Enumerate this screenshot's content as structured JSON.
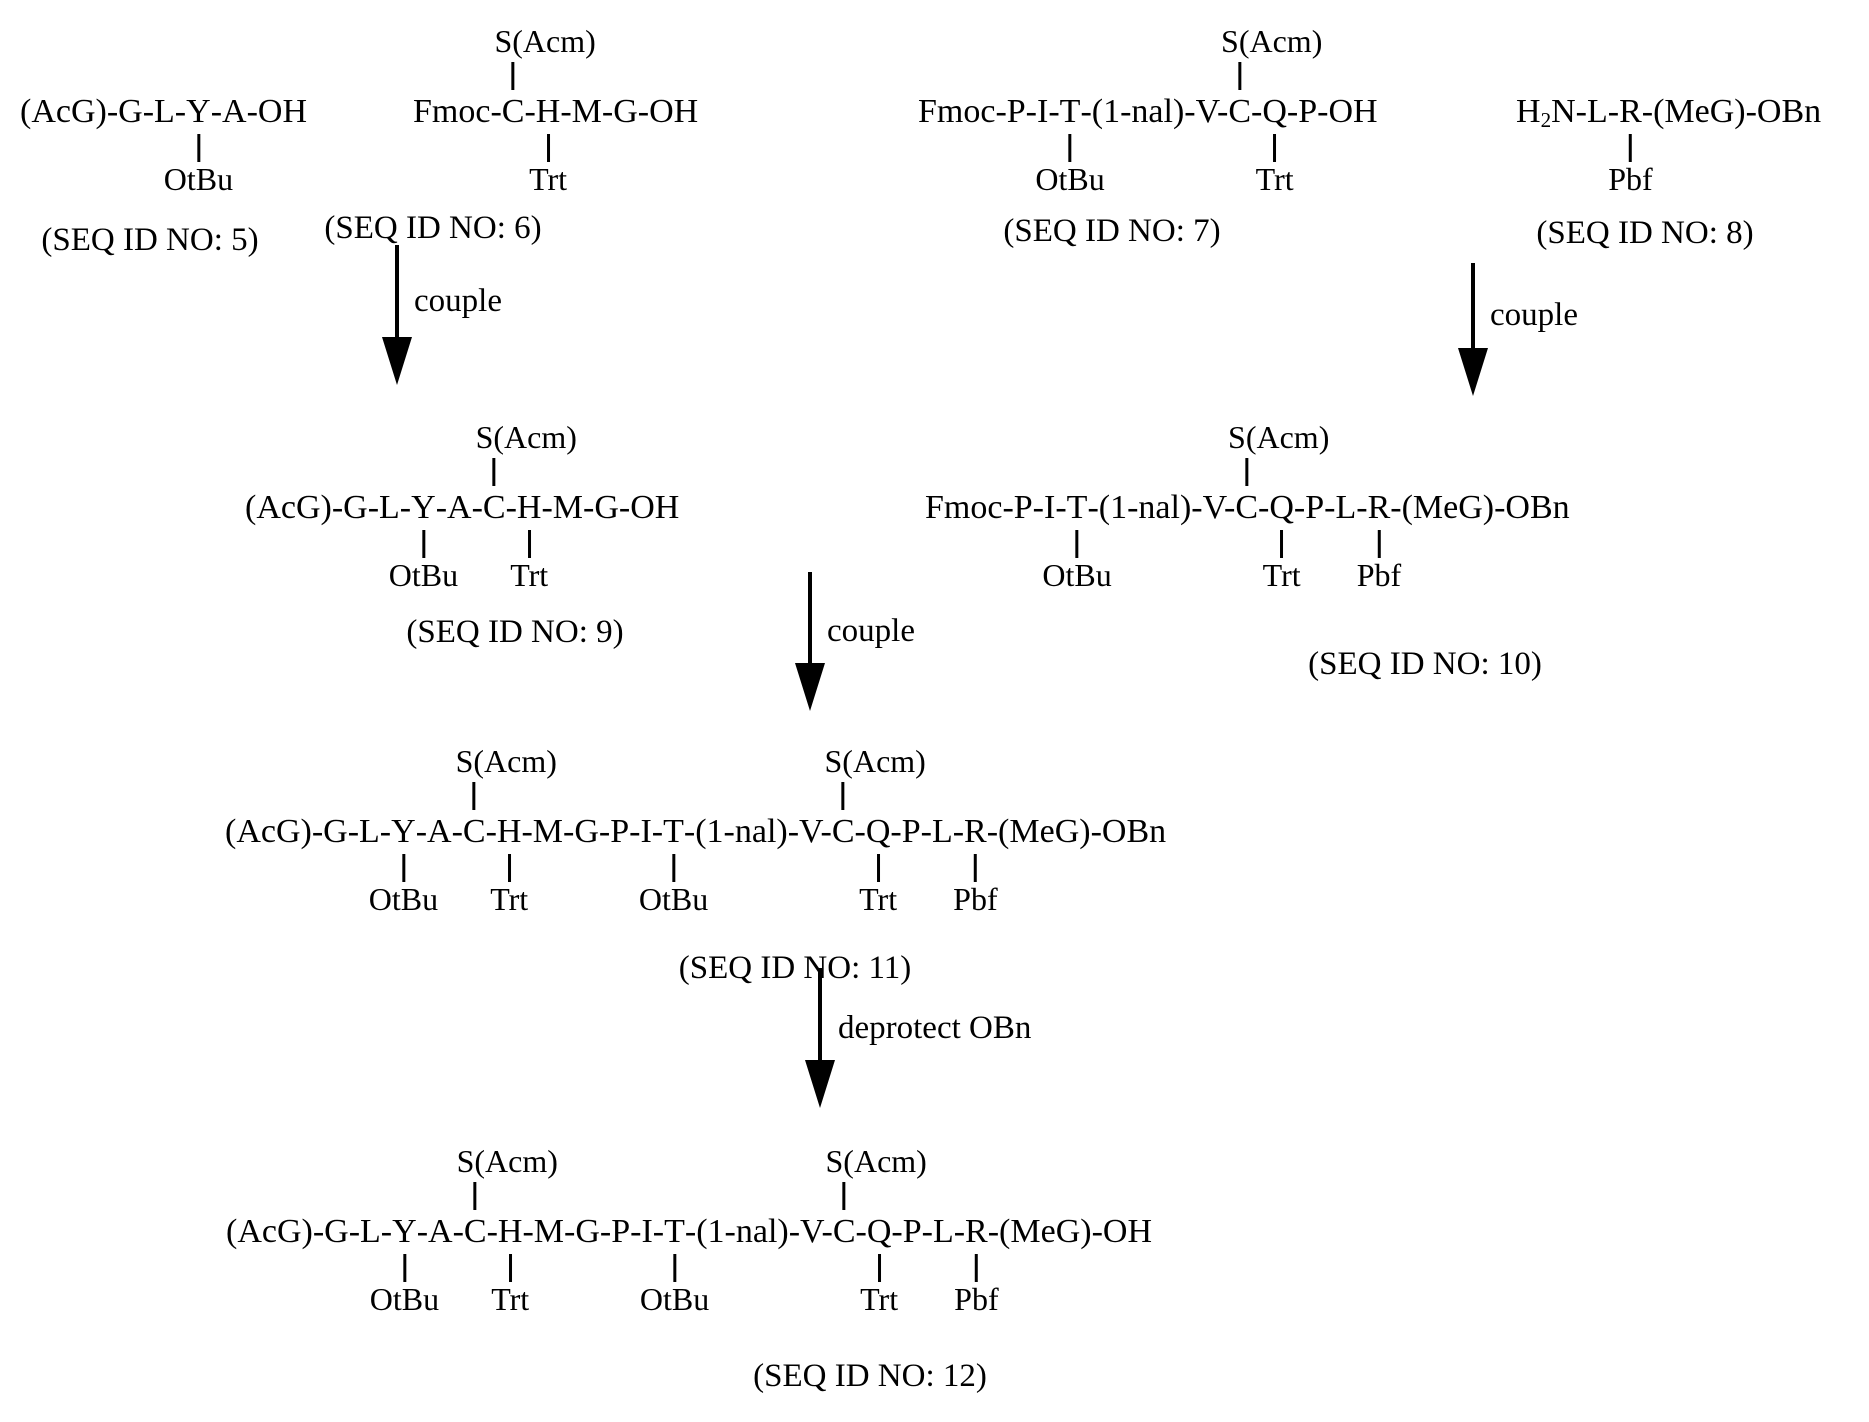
{
  "figure": {
    "background_color": "#ffffff",
    "text_color": "#000000",
    "description": "Peptide fragment coupling synthesis scheme"
  },
  "structures": {
    "s5": {
      "label": "(SEQ ID NO: 5)",
      "parts": [
        {
          "text": "(AcG)-G-L-"
        },
        {
          "text": "Y",
          "below": "OtBu"
        },
        {
          "text": "-A-OH"
        }
      ]
    },
    "s6": {
      "label": "(SEQ ID NO: 6)",
      "parts": [
        {
          "text": "Fmoc-"
        },
        {
          "text": "C",
          "above": "S(Acm)"
        },
        {
          "text": "-"
        },
        {
          "text": "H",
          "below": "Trt"
        },
        {
          "text": "-M-G-OH"
        }
      ]
    },
    "s7": {
      "label": "(SEQ ID NO: 7)",
      "parts": [
        {
          "text": "Fmoc-P-I-"
        },
        {
          "text": "T",
          "below": "OtBu"
        },
        {
          "text": "-(1-nal)-V-"
        },
        {
          "text": "C",
          "above": "S(Acm)"
        },
        {
          "text": "-"
        },
        {
          "text": "Q",
          "below": "Trt"
        },
        {
          "text": "-P-OH"
        }
      ]
    },
    "s8": {
      "label": "(SEQ ID NO: 8)",
      "parts": [
        {
          "text": "H"
        },
        {
          "text": "2",
          "sub": true
        },
        {
          "text": "N-L-"
        },
        {
          "text": "R",
          "below": "Pbf"
        },
        {
          "text": "-(MeG)-OBn"
        }
      ]
    },
    "s9": {
      "label": "(SEQ ID NO: 9)",
      "parts": [
        {
          "text": "(AcG)-G-L-"
        },
        {
          "text": "Y",
          "below": "OtBu"
        },
        {
          "text": "-A-"
        },
        {
          "text": "C",
          "above": "S(Acm)"
        },
        {
          "text": "-"
        },
        {
          "text": "H",
          "below": "Trt"
        },
        {
          "text": "-M-G-OH"
        }
      ]
    },
    "s10": {
      "label": "(SEQ ID NO: 10)",
      "parts": [
        {
          "text": "Fmoc-P-I-"
        },
        {
          "text": "T",
          "below": "OtBu"
        },
        {
          "text": "-(1-nal)-V-"
        },
        {
          "text": "C",
          "above": "S(Acm)"
        },
        {
          "text": "-"
        },
        {
          "text": "Q",
          "below": "Trt"
        },
        {
          "text": "-P-L-"
        },
        {
          "text": "R",
          "below": "Pbf"
        },
        {
          "text": "-(MeG)-OBn"
        }
      ]
    },
    "s11": {
      "label": "(SEQ ID NO: 11)",
      "parts": [
        {
          "text": "(AcG)-G-L-"
        },
        {
          "text": "Y",
          "below": "OtBu"
        },
        {
          "text": "-A-"
        },
        {
          "text": "C",
          "above": "S(Acm)"
        },
        {
          "text": "-"
        },
        {
          "text": "H",
          "below": "Trt"
        },
        {
          "text": "-M-G-P-I-"
        },
        {
          "text": "T",
          "below": "OtBu"
        },
        {
          "text": "-(1-nal)-V-"
        },
        {
          "text": "C",
          "above": "S(Acm)"
        },
        {
          "text": "-"
        },
        {
          "text": "Q",
          "below": "Trt"
        },
        {
          "text": "-P-L-"
        },
        {
          "text": "R",
          "below": "Pbf"
        },
        {
          "text": "-(MeG)-OBn"
        }
      ]
    },
    "s12": {
      "label": "(SEQ ID NO: 12)",
      "parts": [
        {
          "text": "(AcG)-G-L-"
        },
        {
          "text": "Y",
          "below": "OtBu"
        },
        {
          "text": "-A-"
        },
        {
          "text": "C",
          "above": "S(Acm)"
        },
        {
          "text": "-"
        },
        {
          "text": "H",
          "below": "Trt"
        },
        {
          "text": "-M-G-P-I-"
        },
        {
          "text": "T",
          "below": "OtBu"
        },
        {
          "text": "-(1-nal)-V-"
        },
        {
          "text": "C",
          "above": "S(Acm)"
        },
        {
          "text": "-"
        },
        {
          "text": "Q",
          "below": "Trt"
        },
        {
          "text": "-P-L-"
        },
        {
          "text": "R",
          "below": "Pbf"
        },
        {
          "text": "-(MeG)-OH"
        }
      ]
    }
  },
  "arrows": {
    "a1": {
      "label": "couple"
    },
    "a2": {
      "label": "couple"
    },
    "a3": {
      "label": "couple"
    },
    "a4": {
      "label": "deprotect OBn"
    }
  }
}
